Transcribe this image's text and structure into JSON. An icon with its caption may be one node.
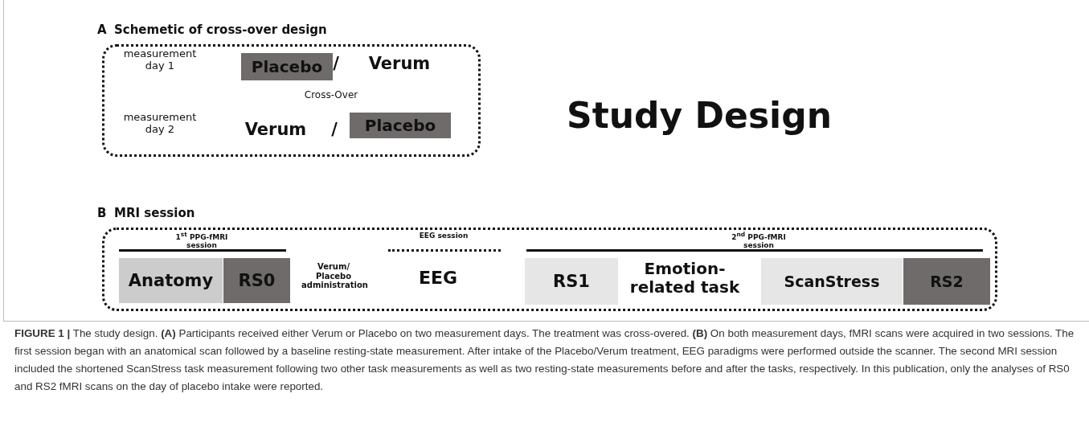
{
  "diagram": {
    "title": "Study Design",
    "caption": "**FIGURE 1 |** The study design. **(A)** Participants received either Verum or Placebo on two measurement days. The treatment was cross-overed. **(B)** On both measurement days, fMRI scans were acquired in two sessions. The first session began with an anatomical scan followed by a baseline resting-state measurement. After intake of the Placebo/Verum treatment, EEG paradigms were performed outside the scanner. The second MRI session included the shortened ScanStress task measurement following two other task measurements as well as two resting-state measurements before and after the tasks, respectively. In this publication, only the analyses of RS0 and RS2 fMRI scans on the day of placebo intake were reported.",
    "nodes": [
      {
        "text": [
          "A",
          "Schemetic of cross-over design"
        ]
      },
      {
        "text": [
          "Placebo"
        ],
        "in": 0
      },
      {
        "text": [
          "Placebo"
        ],
        "in": 0
      },
      {
        "text": [
          "B",
          "MRI session"
        ]
      },
      {
        "text": [
          "Anatomy"
        ],
        "in": 3
      },
      {
        "text": [
          "RS0"
        ],
        "in": 3
      },
      {
        "text": [
          "RS1"
        ],
        "in": 3
      },
      {
        "text": [
          "ScanStress"
        ],
        "in": 3
      },
      {
        "text": [
          "RS2"
        ],
        "in": 3
      }
    ],
    "edges": [],
    "labels": [
      "measurement day 1",
      "/",
      "Verum",
      "Cross-Over",
      "measurement day 2",
      "Verum",
      "/",
      "1$^{st}$ PPG-fMRI session",
      "EEG session",
      "2$^{nd}$ PPG-fMRI session",
      "Verum/ Placebo administration",
      "EEG",
      "Emotion- related task"
    ]
  }
}
